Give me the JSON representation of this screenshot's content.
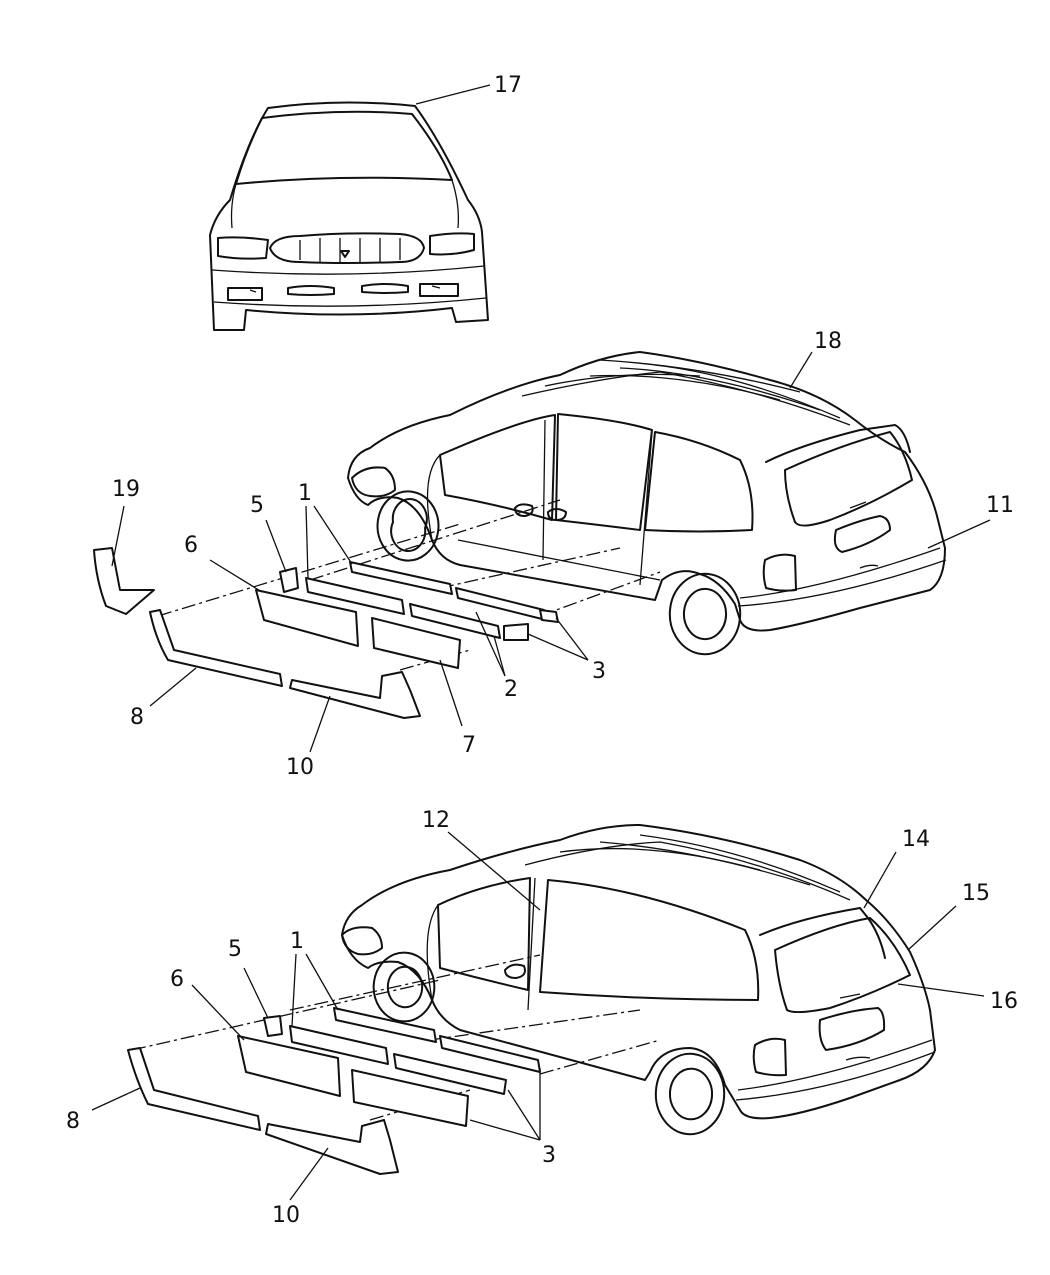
{
  "callouts": {
    "c17": "17",
    "c18": "18",
    "c19": "19",
    "c11": "11",
    "c5a": "5",
    "c1a": "1",
    "c6a": "6",
    "c8a": "8",
    "c10a": "10",
    "c7": "7",
    "c2": "2",
    "c3a": "3",
    "c12": "12",
    "c14": "14",
    "c15": "15",
    "c16": "16",
    "c5b": "5",
    "c1b": "1",
    "c6b": "6",
    "c8b": "8",
    "c10b": "10",
    "c3b": "3"
  }
}
